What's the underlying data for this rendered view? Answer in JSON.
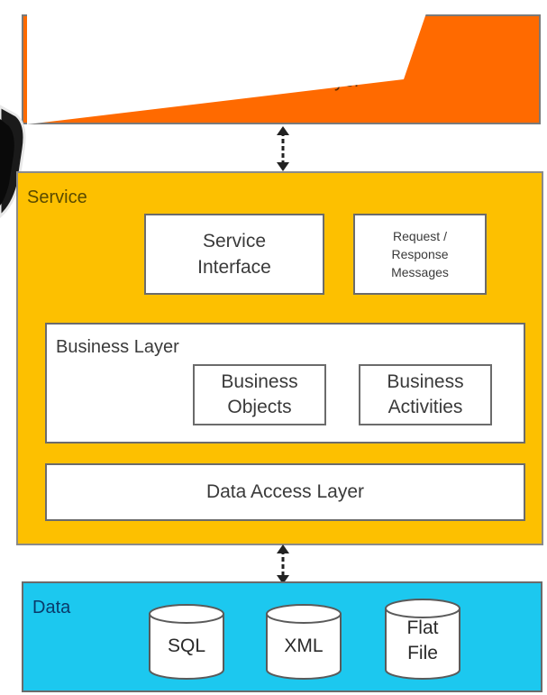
{
  "presentation": {
    "label": "Presentation Layer"
  },
  "service": {
    "label": "Service",
    "service_interface": [
      "Service",
      "Interface"
    ],
    "request_response": [
      "Request /",
      "Response",
      "Messages"
    ],
    "business_layer": {
      "label": "Business Layer",
      "business_objects": [
        "Business",
        "Objects"
      ],
      "business_activities": [
        "Business",
        "Activities"
      ]
    },
    "data_access": "Data Access Layer"
  },
  "data": {
    "label": "Data",
    "stores": [
      {
        "lines": [
          "SQL"
        ]
      },
      {
        "lines": [
          "XML"
        ]
      },
      {
        "lines": [
          "Flat",
          "File"
        ]
      }
    ]
  },
  "colors": {
    "presentation": "#ff6a00",
    "service": "#fdc000",
    "data": "#1cc8ef",
    "box_border": "#6b6b6b"
  }
}
